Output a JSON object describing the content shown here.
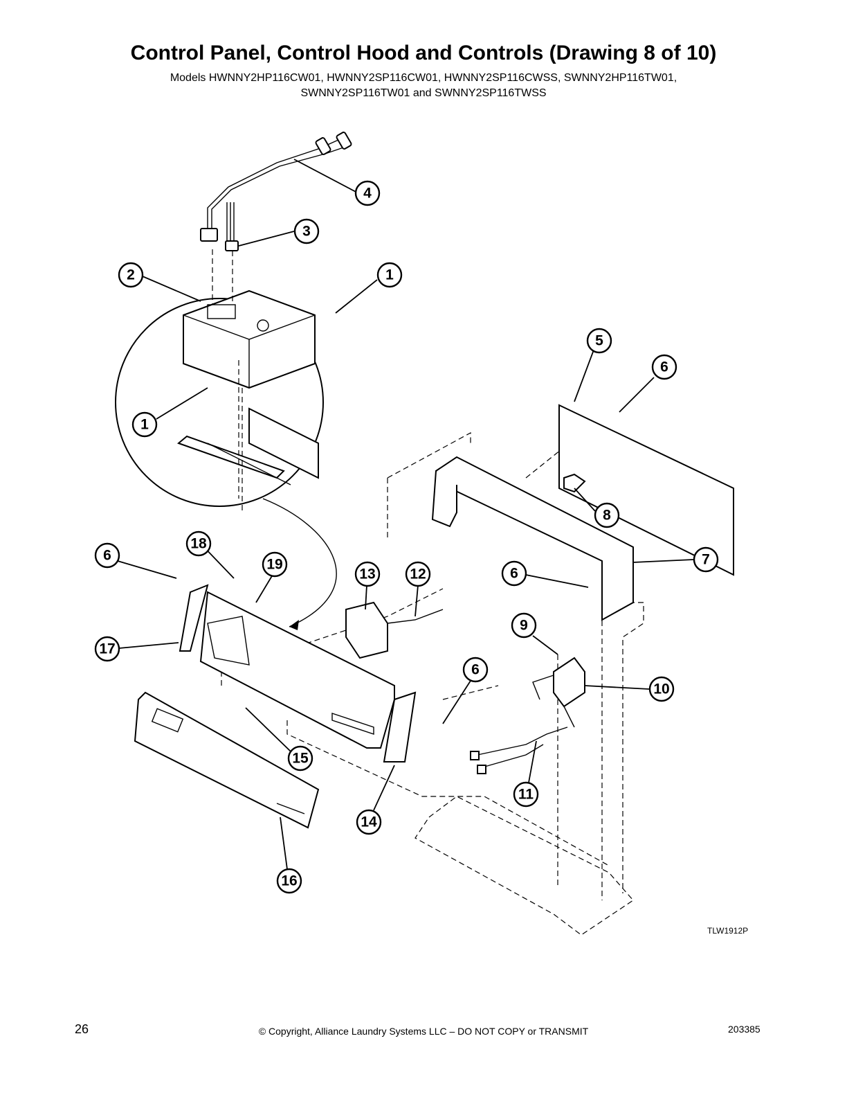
{
  "title": "Control Panel, Control Hood and Controls (Drawing 8 of 10)",
  "subtitle_line1": "Models HWNNY2HP116CW01, HWNNY2SP116CW01, HWNNY2SP116CWSS, SWNNY2HP116TW01,",
  "subtitle_line2": "SWNNY2SP116TW01 and SWNNY2SP116TWSS",
  "drawing_id": "TLW1912P",
  "footer": {
    "page_number": "26",
    "copyright": "© Copyright, Alliance Laundry Systems LLC – DO NOT COPY or TRANSMIT",
    "document_number": "203385"
  },
  "callouts": [
    "4",
    "3",
    "2",
    "1",
    "1",
    "5",
    "6",
    "8",
    "7",
    "6",
    "18",
    "19",
    "6",
    "13",
    "12",
    "17",
    "9",
    "6",
    "10",
    "15",
    "11",
    "14",
    "16"
  ]
}
